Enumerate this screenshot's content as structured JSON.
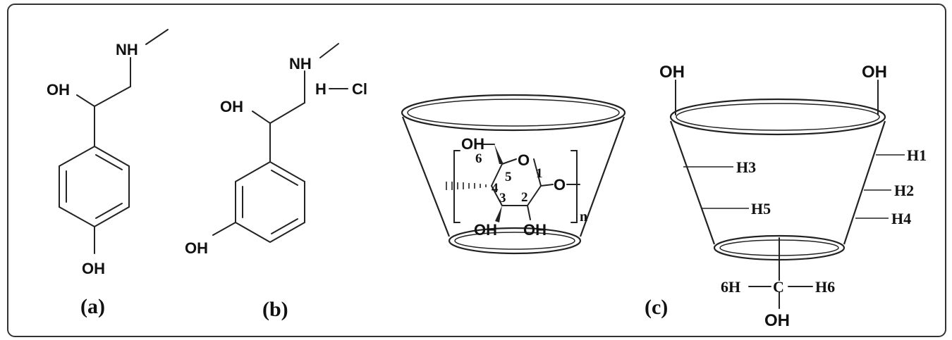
{
  "panel_a": {
    "label": "(a)",
    "atoms": {
      "nh": "NH",
      "oh_side": "OH",
      "oh_ring": "OH"
    }
  },
  "panel_b": {
    "label": "(b)",
    "atoms": {
      "nh": "NH",
      "h": "H",
      "cl": "Cl",
      "oh_side": "OH",
      "oh_ring": "OH"
    }
  },
  "panel_glucose": {
    "labels": {
      "oh_top": "OH",
      "c6": "6",
      "c5": "5",
      "ring_o": "O",
      "c1": "1",
      "link_o": "O",
      "c4": "4",
      "c3": "3",
      "c2": "2",
      "oh_bottom_left": "OH",
      "oh_bottom_right": "OH",
      "repeat": "n"
    }
  },
  "panel_c": {
    "label": "(c)",
    "labels": {
      "oh_left": "OH",
      "oh_right": "OH",
      "h1": "H1",
      "h2": "H2",
      "h3": "H3",
      "h4": "H4",
      "h5": "H5",
      "h6_left": "6H",
      "carbon": "C",
      "h6_right": "H6",
      "oh_bottom": "OH"
    }
  }
}
